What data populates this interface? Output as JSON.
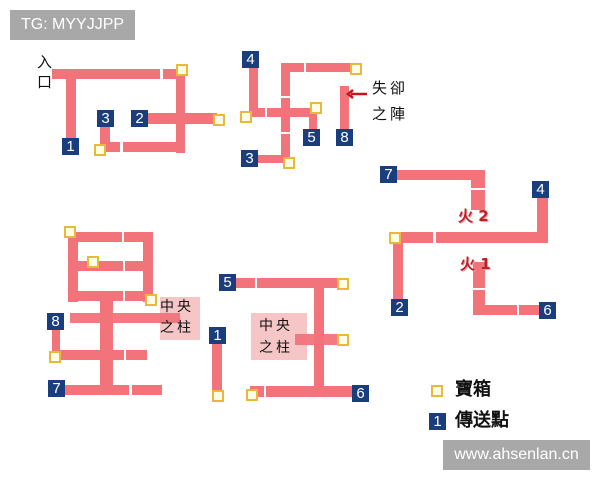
{
  "watermark_top": "TG: MYYJJPP",
  "watermark_bottom": "www.ahsenlan.cn",
  "colors": {
    "path": "#f2737a",
    "teleport": "#1a3d7c",
    "chest_border": "#e8b93a",
    "pillar_bg": "#f6c6c7",
    "fire_text": "#b5242a"
  },
  "map1": {
    "entrance": "入口",
    "teleports": [
      "1",
      "2",
      "3"
    ]
  },
  "map2": {
    "teleports": [
      "4",
      "5",
      "8",
      "3"
    ],
    "lost_formation": "失卻之陣",
    "lost_formation_line1": "失卻",
    "lost_formation_line2": "之陣"
  },
  "map3": {
    "teleports": [
      "7",
      "4",
      "2",
      "6"
    ],
    "fire2": "火 2",
    "fire1": "火 1"
  },
  "map4": {
    "teleports": [
      "8",
      "7"
    ],
    "pillar_line1": "中央",
    "pillar_line2": "之柱"
  },
  "map5": {
    "teleports": [
      "5",
      "1",
      "6"
    ],
    "pillar_line1": "中央",
    "pillar_line2": "之柱"
  },
  "legend": {
    "chest_label": "寶箱",
    "teleport_label": "傳送點",
    "teleport_sample": "1"
  }
}
